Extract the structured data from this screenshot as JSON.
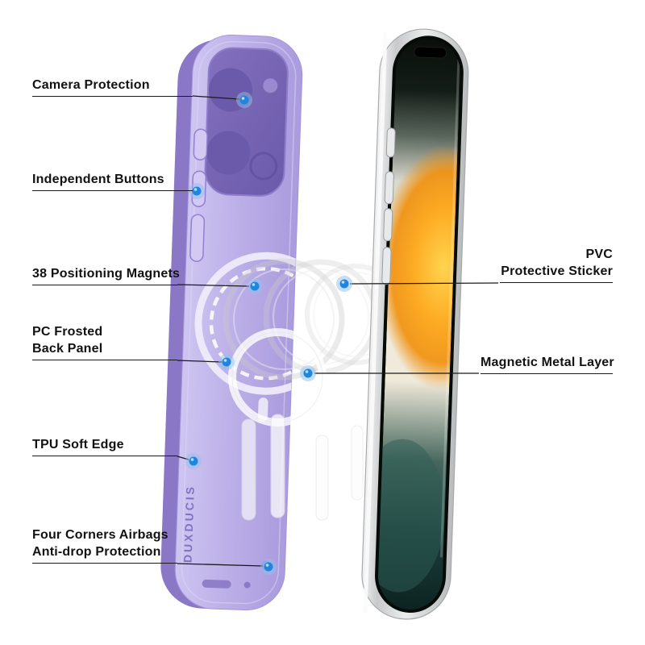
{
  "page": {
    "background": "#ffffff"
  },
  "branding": {
    "case_side_text": "DUXDUCIS"
  },
  "colors": {
    "accent_dot": "#1f86e0",
    "dot_halo": "#8fc0ee",
    "leader_line": "#1b1b1b",
    "label_text": "#121212",
    "case_purple": "#bcb0e8",
    "case_purple_dark": "#8a78c6",
    "phone_frame_silver": "#d8d9db",
    "screen_orange": "#f9a51d",
    "screen_teal": "#1d403c"
  },
  "callouts": {
    "left": [
      {
        "lines": [
          "Camera Protection"
        ]
      },
      {
        "lines": [
          "Independent Buttons"
        ]
      },
      {
        "lines": [
          "38 Positioning Magnets"
        ]
      },
      {
        "lines": [
          "PC Frosted",
          "Back Panel"
        ]
      },
      {
        "lines": [
          "TPU Soft Edge"
        ]
      },
      {
        "lines": [
          "Four Corners Airbags",
          "Anti-drop Protection"
        ]
      }
    ],
    "right": [
      {
        "lines": [
          "PVC",
          "Protective Sticker"
        ]
      },
      {
        "lines": [
          "Magnetic Metal Layer"
        ]
      }
    ]
  }
}
